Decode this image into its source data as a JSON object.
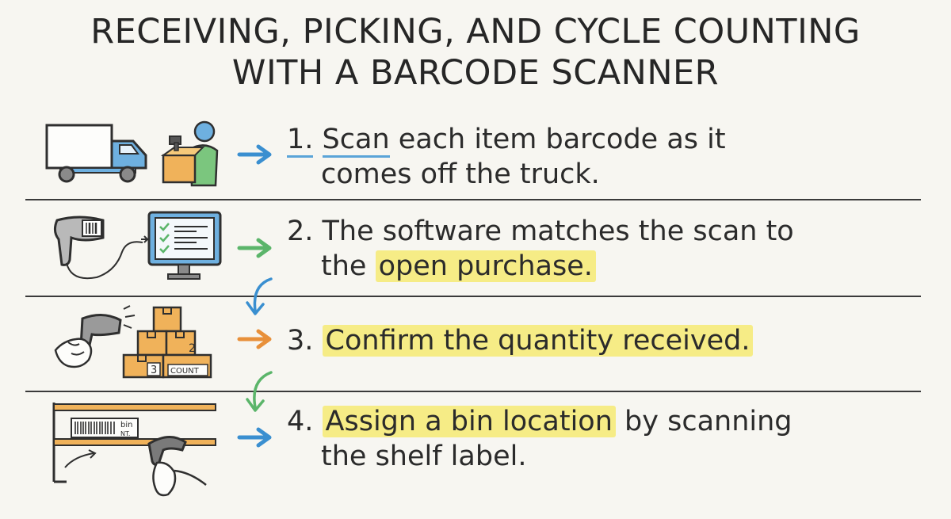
{
  "title": {
    "line1": "RECEIVING, PICKING, AND CYCLE COUNTING",
    "line2": "WITH A BARCODE SCANNER"
  },
  "steps": [
    {
      "number": "1.",
      "line1_a": "Scan",
      "line1_b": "each item barcode as it",
      "line2": "comes off the truck."
    },
    {
      "number": "2.",
      "line1": "The software matches the scan to",
      "line2_a": "the",
      "line2_highlight": "open purchase.",
      "line2_b": ""
    },
    {
      "number": "3.",
      "line1_highlight": "Confirm the quantity received."
    },
    {
      "number": "4.",
      "line1_highlight": "Assign a bin location",
      "line1_b": "by scanning",
      "line2": "the shelf label."
    }
  ],
  "illustrations": {
    "box_label_2": "2",
    "box_label_3": "3",
    "box_label_count": "COUNT",
    "shelf_label_line1": "bin",
    "shelf_label_line2": "NT."
  },
  "icons": [
    "truck-icon",
    "worker-scanning-box-icon",
    "barcode-scanner-icon",
    "monitor-checklist-icon",
    "hand-scanner-icon",
    "stacked-boxes-icon",
    "shelf-label-icon",
    "arrow-right-icon",
    "arrow-curved-down-icon"
  ],
  "colors": {
    "highlight": "#f6ec86",
    "arrow_blue": "#3a8fd0",
    "arrow_green": "#5bb56a",
    "arrow_orange": "#e8903a"
  }
}
